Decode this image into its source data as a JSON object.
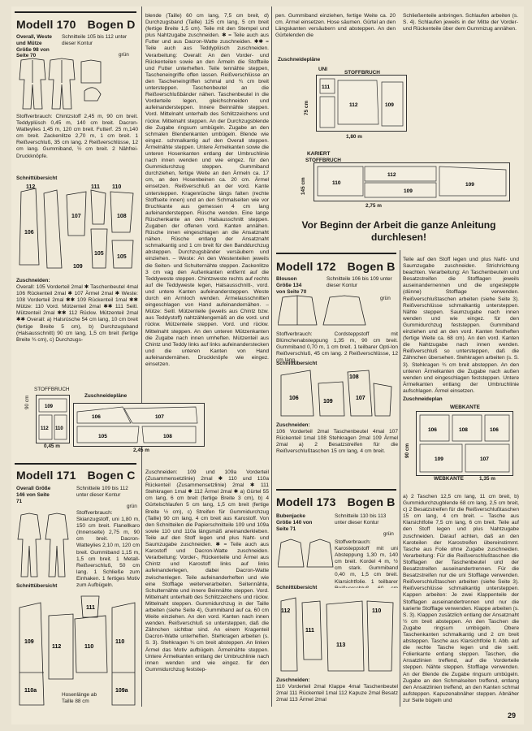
{
  "page_number": "29",
  "m170": {
    "title": "Modell 170",
    "bogen": "Bogen D",
    "intro": "Overall, Weste und Mütze Größe 98 von Seite 70",
    "schnitt": "Schnitteile 105 bis 112 unter dieser Kontur",
    "color": "grün",
    "stoff": "Stoffverbrauch: Chintzstoff 2,45 m, 90 cm breit. Teddyplüsch 0,45 m, 140 cm breit. Dacron-Watteylies 1,45 m, 120 cm breit. Futterf. 25 m,140 cm breit. Zackenlitze 2,70 m, 1 cm breit. 1 Reißverschluß, 35 cm lang. 2 Reißverschlüsse, 12 cm lang. Gummiband, ½ cm breit. 2 Nähfrei-Druckknöpfe.",
    "schnitt_uebersicht": "Schnittübersicht",
    "zuschneiden_title": "Zuschneiden:",
    "zuschneiden": "Overall: 105 Vorderteil 2mal ✱ Taschenbeutel 4mal 106 Rückenteil 2mal ✱ 107 Ärmel 2mal ✱ Weste: 108 Vorderteil 2mal ✱✱ 109 Rückenteil 1mal ✱✱ Mütze: 110 Vord. Mützenteil 2mal ✱✱ 111 Seitl. Mützenteil 2mal ✱✱ 112 Rückw. Mützenteil 2mal ✱✱ Overall: a) Halsrüsche 54 cm lang, 10 cm breit (fertige Breite 5 cm), b) Durchzugsband (Halsausschnitt) 90 cm lang, 1,5 cm breit (fertige Breite ¾ cm), c) Durchzugs-",
    "plan_title": "Zuschneidepläne",
    "plan_label": "STOFFBRUCH",
    "dim_w": "2,45 m",
    "dim_h": "90 cm",
    "dim_w2": "0,45 m"
  },
  "col2_top": "blende (Taille) 60 cm lang, 7,5 cm breit, d) Durchzugsband (Taille) 125 cm lang, 5 cm breit (fertige Breite 1,5 cm). Teile mit den Stempel und plus Nahtzugabe zuschneiden. ✱ = Teile auch aus Futter und aus Dacron-Watte zuschneiden. ✱✱ = Teile auch aus Teddyplüsch zuschneiden. Verarbeitung: Overall: An den Vorder- und Rückenteilen sowie an den Ärmeln die Stoffteile und Futter unterheften. Teile tennähte steppen, Tascheneingriffe offen lassen. Reißverschlüsse an den Tascheneingriffen schmal und ¾ cm breit untersteppen. Taschenbeutel an die Reißverschlußbänder nähen. Taschenbeutel in die Vorderteile legen, gleichschneiden und aufeinandersteppen. Innere Beinnähte steppen. Vord. Mittelnaht unterhalb des Schlitzzeichens und rückw. Mittelnaht steppen. An der Durchzugsblende die Zugabe ringsum umbügeln. Zugabe an den schmalen Blendenkanten umbügeln. Blende wie eingez. schmalkantig auf den Overall steppen. Ärmelnähte steppen. Untere Ärmelkanten sowie die unteren Hosenkanten entlang der Umbruchlinie nach innen wenden und wie eingez. für den Gummidurchzug steppen. Gummiband durchziehen, fertige Weite an den Ärmeln ca. 17 cm, an den Hosenbeinen ca. 20 cm. Ärmel einsetzen. Reißverschluß an der vord. Kante untersteppen. Kragenrüsche längs falten (rechte Stoffseite innen) und an den Schmalseiten wie vor Bruchkante aus gemessen 4 cm lang aufeinandersteppen. Rüsche wenden. Eine lange Rüschenkante an den Halsausschnitt steppen. Zugaben der offenen vord. Kanten annähen. Rüsche innen eingeschlagen an die Ansatznaht nähen. Rüsche entlang der Ansatznaht schmalkantig und 1 cm breit für den Banddurchzug absteppen. Durchzugsbänder versäubern und einziehen. – Weste: An den Westenteilen jeweils die Seiten- und Schulternähte steppen. Zackenlitze 3 cm vag den Außenkanten entfernt auf die Teddyweste steppen. Chintzweste rechts auf rechts auf die Teddyweste legen, Halsausschnitt-, vord. und untere Kanten aufeinandersteppen. Weste durch ein Armloch wenden. Ärmelausschnitten eingeschlagen von Hand aufeinandernähen. – Mütze: Seitl. Mützenteile (jeweils aus Chintz bzw. aus Teddystoff) nahtzählengemäß an die vord. und rückw. Mützenteile steppen. Vord. und rückw. Mittelnaht steppen. An den unteren Mützenkanten die Zugabe nach innen umheften. Mützenteil aus Chintz und Teddy links auf links aufeinanderstecken und die unteren Kanten von Hand aufeinandernähen. Druckknöpfe wie eingez. einsetzen.",
  "col3_top": "pen. Gummiband einziehen, fertige Weite ca. 20 cm. Ärmel einsetzen. Hose säumen. Gürtel an den Längskanten versäubern und absteppen. An den Gürtelenden die",
  "col4_top": "Schließenteile anbringen. Schlaufen arbeiten (s. S. 4). Schlaufen jeweils in der Mitte der Vorder- und Rückenteile über dem Gummizug annähen.",
  "plan_right": {
    "title": "Zuschneidepläne",
    "uni": "UNI",
    "stoffbruch": "STOFFBRUCH",
    "dim1_h": "75 cm",
    "dim1_w": "1,80 m",
    "kariert": "KARIERT",
    "stoffbruch2": "STOFFBRUCH",
    "dim2_h": "145 cm",
    "dim2_w": "2,75 m"
  },
  "callout": "Vor Beginn der Arbeit die ganze Anleitung durchlesen!",
  "m172": {
    "title": "Modell 172",
    "bogen": "Bogen B",
    "intro": "Blouson Größe 134 von Seite 70",
    "schnitt": "Schnitteile 106 bis 109 unter dieser Kontur",
    "color": "grün",
    "stoff": "Stoffverbrauch: Cordsteppstoff mit Blümchenabsteppung 1,35 m, 90 cm breit. Gummiband 0,70 m, 1 cm breit. 1 teilbarer Opti-lon Reißverschluß, 45 cm lang. 2 Reißverschlüsse, 12 cm lang.",
    "schnitt_uebersicht": "Schnittübersicht",
    "zuschneiden_title": "Zuschneiden:",
    "zuschneiden": "106 Vorderteil 2mal Taschenbeutel 4mal 107 Rückenteil 1mal 108 Stehkragen 2mal 109 Ärmel 2mal a) 2 Besatzstreifen für die Reißverschlußtaschen 15 cm lang, 4 cm breit.",
    "right_text": "Teile auf den Stoff legen und plus Naht- und Saumzugabe zuschneiden. Strichrichtung beachten. Verarbeitung: An Taschenbeuteln und Besatzstreifen die Stofflagen jeweils auseinandernennen und die ungesteppte (dünne) Stofflage verwenden. Reißverschlußtaschen arbeiten (siehe Seite 3). Reißverschlüsse schmalkantig untersteppen. Nähte steppen. Saumzugabe nach innen wenden und wie eingez. für den Gummidurchzug feststeppen. Gummiband einziehen und an den vord. Kanten festheften (fertige Weite ca. 68 cm). An den vord. Kanten die Nahtzugabe nach innen wenden. Reißverschluß so untersteppen, daß die Zähnchen übersehen. Stehkragen arbeiten (s. S. 3). Stehkragen ¾ cm breit absteppen. An den unteren Ärmelkanten die Zugabe nach außen wenden und eingeschlagen feststeppen. Untere Ärmelkanten entlang der Umbruchlinie aufschlagen. Ärmel einsetzen.",
    "plan_title": "Zuschneideplan",
    "webkante": "WEBKANTE",
    "dim_h": "90 cm",
    "dim_w": "1,35 m"
  },
  "m171": {
    "title": "Modell 171",
    "bogen": "Bogen C",
    "intro": "Overall Größe 146 von Seite 71",
    "schnitt": "Schnitteile 109 bis 112 unter dieser Kontur",
    "color": "grün",
    "stoff": "Stoffverbrauch: Skianzugstoff, uni 1,80 m, 150 cm breit. Flanellkaro (Innenseite) 2,75 m, 90 cm breit. Dacron-Watteylies 2,10 m, 120 cm breit. Gummiband 1,15 m, 1,5 cm breit. 1 Metall-Reißverschluß, 50 cm lang. 1 Schließe zum Einhaken. 1 fertiges Motiv zum Aufbügeln.",
    "schnitt_uebersicht": "Schnittübersicht",
    "hosenlaenge": "Hosenlänge ab Taille 88 cm",
    "col2_text": "Zuschneiden: 109 und 109a Vorderteil (Zusammensetzlinie) 2mal ✱ 110 und 110a Rückenteil (Zusammensetzlinie) 2mal ✱ 111 Stehkragen 1mal ✱ 112 Ärmel 2mal ✱ a) Gürtel 55 cm lang, 6 cm breit (fertige Breite 3 cm), b) 4 Gürtelschlaufen 5 cm lang, 1,5 cm breit (fertige Breite ½ cm), c) Streifen für Gummidurchzug (Taille) 90 cm lang, 4 cm breit aus Karostoff. Von den Schnitteilen die Papierschnitteile 109 und 109a sowie 110 und 110a längsmäß aneinanderkleben. Teile auf den Stoff legen und plus Naht- und Saumzugabe zuschneiden. ✱ = Teile auch aus Karostoff und Dacron-Watte zuschneiden. Verarbeitung: Vorder-, Rückenteile und Ärmel aus Chintz und Karostoff links auf links aufeinanderlegen, dabei Dacron-Watte zwischenlegen. Teile aufeinanderheften und wie eine Stofflage weiterverarbeiten. Seitennähte, Schulternähte und innere Beinnähte steppen. Vord. Mittelnaht unterhalb des Schlitzzeichens und rückw. Mittelnaht steppen. Gummidurchzug in der Taille arbeiten (siehe Seite 4), Gummiband auf ca. 60 cm Weite einziehen. An den vord. Kanten nach innen wenden. Reißverschluß so untersteppen, daß die Zähnchen sichtbar sind. An einem Kragenteil Dacron-Watte unterheften. Stehkragen arbeiten (s. S. 3). Stehkragen ¾ cm breit absteppen. An linken Ärmel das Motiv aufbügeln. Ärmelnähte steppen. Untere Ärmelkanten entlang der Umbruchlinie nach innen wenden und wie eingez. für den Gummidurchzug feststep-"
  },
  "m173": {
    "title": "Modell 173",
    "bogen": "Bogen B",
    "intro": "Bubenjacke Größe 140 von Seite 71",
    "schnitt": "Schnitteile 110 bis 113 unter dieser Kontur",
    "color": "grün",
    "stoff": "Stoffverbrauch: Karosteppstoff mit uni Absteppung 1,30 m, 140 cm breit. Kordel 4 m, ½ cm stark. Gummiband 0,40 m, 1,5 cm breit. Klarsichtfolie. 1 teilbarer Reißverschluß, 60 cm lang. 2 Reißverschlüsse, 12 cm lang. 2 Nähfrei-Druckknöpfe.",
    "schnitt_uebersicht": "Schnittübersicht",
    "zuschneiden_title": "Zuschneiden:",
    "zuschneiden": "110 Vorderteil 2mal Klappe 4mal Taschenbeutel 2mal 111 Rückenteil 1mal 112 Kapuze 2mal Besatz 2mal 113 Ärmel 2mal",
    "col4_text": "a) 2 Taschen 12,5 cm lang, 11 cm breit, b) Gummidurchzugblende 68 cm lang, 2,5 cm breit, c) 2 Besatzstreifen für die Reißverschlußtaschen 15 cm lang, 4 cm breit. – Tasche aus Klarsichtfolie 7,5 cm lang, 6 cm breit. Teile auf den Stoff legen und plus Nahtzugabe zuschneiden. Darauf achten, daß an den Karoteilen der Karostreifen übereinstimmt. Tasche aus Folie ohne Zugabe zuschneiden. Verarbeitung: Für die Reißverschlußtaschen die Stofflagen der Taschenbeutel und der Besatzstreifen auseinandertrennen. Für die Besatzstreifen nur die uni Stofflage verwenden. Reißverschlußtaschen arbeiten (siehe Seite 3). Reißverschlüsse schmalkantig untersteppen. Kappen arbeiten: Je zwei Klappenteile der Stofflagen auseinandertrennen und nur die karierte Stofflage verwenden. Klappe arbeiten (s. S. 3). Klappen zusätzlich entlang der Ansatznaht ½ cm breit absteppen. An den Taschen die Zugabe ringsum umbügeln. Obere Taschenkanten schmalkantig und 2 cm breit absteppen. Tasche aus Klarsichtfolie lt. Abb. auf die rechte Tasche legen und die seitl. Folienkante entlang steppen. Taschen, die Ansatzlinien treffend, auf die Vorderteile steppen. Nähte steppen. Stofflage verwenden. An der Blende die Zugabe ringsum umbügeln. Zugabe an den Schmalseiten treffend, entlang den Ansatzlinien treffend, an den Kanten schmal aufsteppen. Kapuzenabnäher steppen. Abnäher zur Seite bügeln und"
  }
}
